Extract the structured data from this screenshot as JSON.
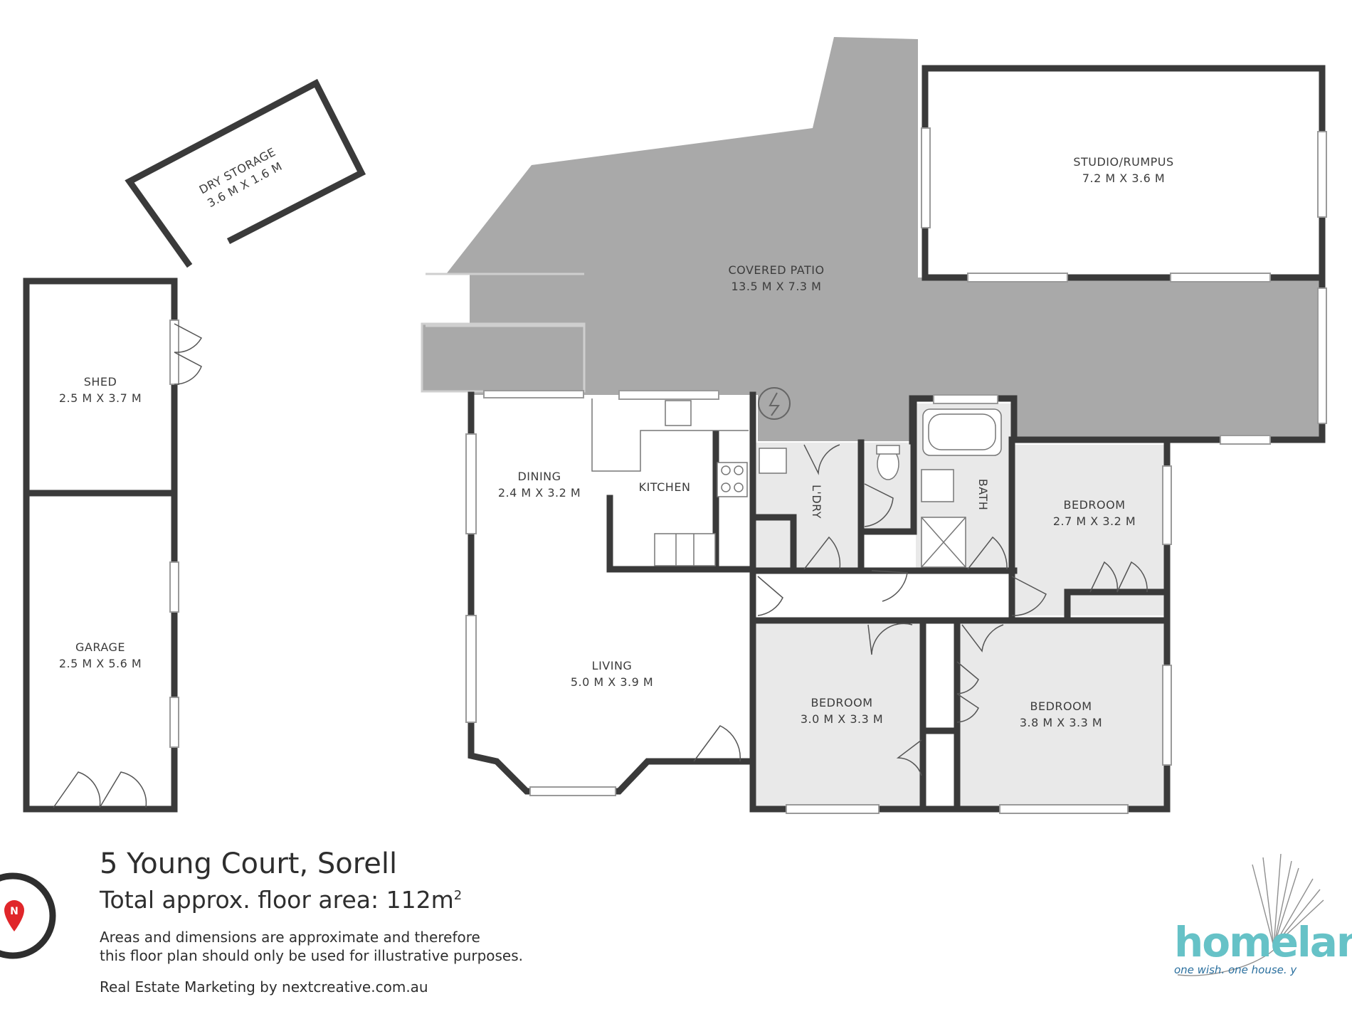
{
  "rooms": [
    {
      "name": "DRY STORAGE",
      "dims": "3.6 M X 1.6 M"
    },
    {
      "name": "SHED",
      "dims": "2.5 M X 3.7 M"
    },
    {
      "name": "GARAGE",
      "dims": "2.5 M X 5.6 M"
    },
    {
      "name": "COVERED PATIO",
      "dims": "13.5 M X 7.3 M"
    },
    {
      "name": "STUDIO/RUMPUS",
      "dims": "7.2 M X 3.6 M"
    },
    {
      "name": "DINING",
      "dims": "2.4 M X 3.2 M"
    },
    {
      "name": "KITCHEN",
      "dims": ""
    },
    {
      "name": "L'DRY",
      "dims": ""
    },
    {
      "name": "BATH",
      "dims": ""
    },
    {
      "name": "BEDROOM",
      "dims": "2.7 M X 3.2 M"
    },
    {
      "name": "LIVING",
      "dims": "5.0 M X 3.9 M"
    },
    {
      "name": "BEDROOM",
      "dims": "3.0 M X 3.3 M"
    },
    {
      "name": "BEDROOM",
      "dims": "3.8 M X 3.3 M"
    }
  ],
  "footer": {
    "address": "5 Young Court, Sorell",
    "area_prefix": "Total approx. floor area: 112m",
    "area_sup": "2",
    "disclaimer_line1": "Areas and dimensions are approximate and therefore",
    "disclaimer_line2": "this floor plan should only be used for illustrative purposes.",
    "marketing": "Real Estate Marketing by nextcreative.com.au"
  },
  "compass": {
    "letter": "N"
  },
  "brand": {
    "word": "homelan",
    "tagline": "one wish. one house. y"
  },
  "colors": {
    "wall": "#3a3a3a",
    "patio": "#a9a9a9",
    "room_fill": "#e9e9e9",
    "white": "#ffffff"
  }
}
